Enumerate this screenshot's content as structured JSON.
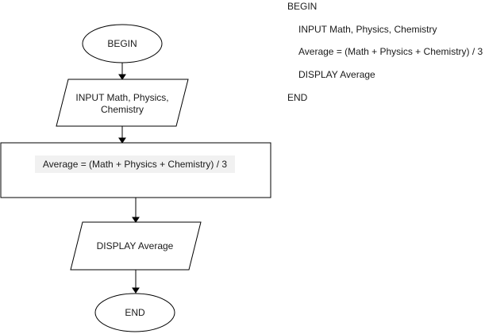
{
  "flowchart": {
    "start_label": "BEGIN",
    "input_label_line1": "INPUT Math, Physics,",
    "input_label_line2": "Chemistry",
    "process_label": "Average = (Math + Physics + Chemistry) / 3",
    "output_label": "DISPLAY Average",
    "end_label": "END"
  },
  "pseudocode": {
    "lines": [
      "BEGIN",
      "INPUT Math, Physics, Chemistry",
      "Average = (Math + Physics + Chemistry) / 3",
      "DISPLAY Average",
      "END"
    ]
  }
}
